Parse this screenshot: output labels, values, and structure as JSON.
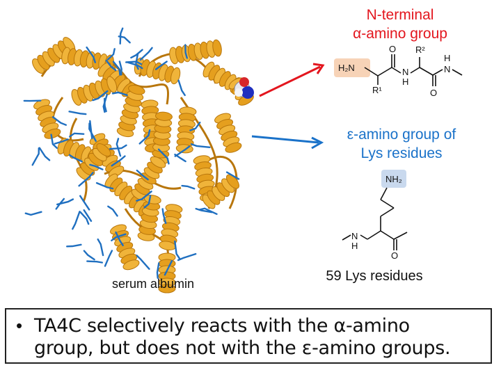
{
  "nterminal": {
    "line1": "N-terminal",
    "line2": "α-amino group"
  },
  "lysine": {
    "line1": "ε-amino group of",
    "line2": "Lys residues"
  },
  "protein_label": "serum albumin",
  "lys_count": "59 Lys residues",
  "chem": {
    "h2n": "H₂N",
    "o": "O",
    "h": "H",
    "n": "N",
    "r1": "R¹",
    "r2": "R²",
    "nh2": "NH₂"
  },
  "summary": {
    "bullet": "•",
    "line1": "TA4C selectively reacts with the α-amino",
    "line2": "group, but does not with the ε-amino groups."
  },
  "colors": {
    "red": "#e3161e",
    "blue": "#1a72c9",
    "ribbon": "#e59f1e",
    "ribbon_dark": "#b8760c",
    "lys_stick": "#1f6fc0",
    "nterm_highlight": "#f7d3b7",
    "lys_highlight": "#c9d9ee"
  }
}
